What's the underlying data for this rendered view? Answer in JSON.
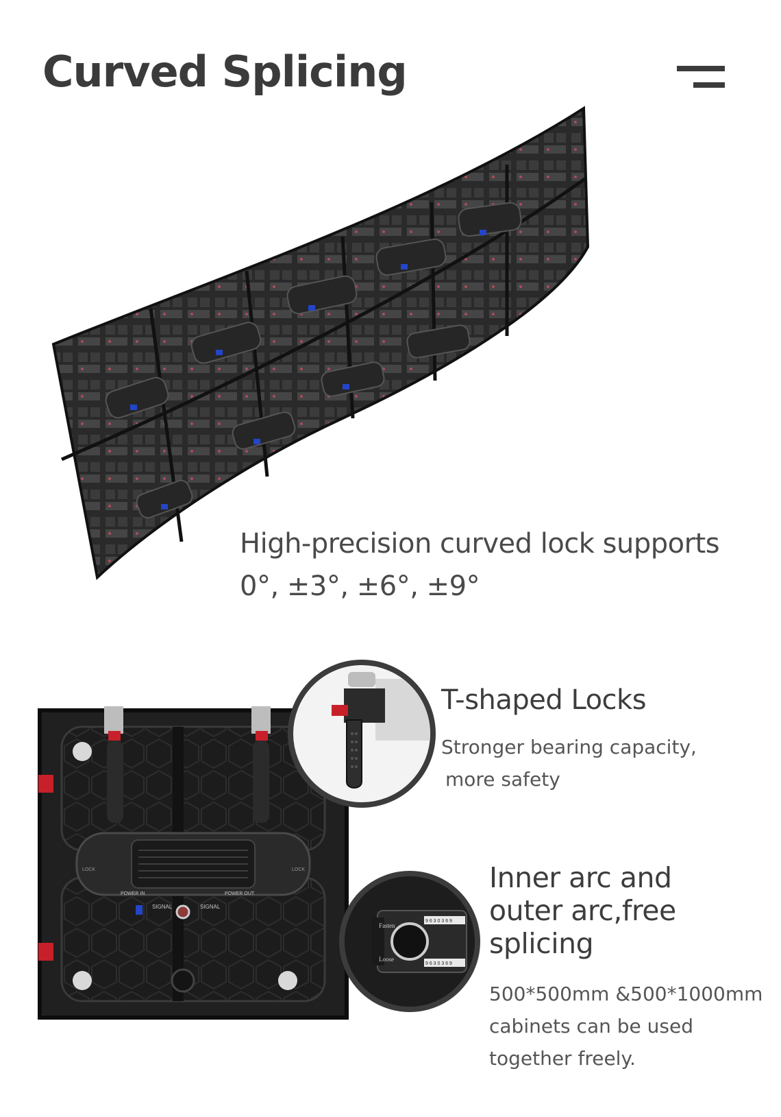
{
  "header": {
    "title": "Curved Splicing",
    "menu_icon": "menu-icon"
  },
  "curved_section": {
    "caption_line1": "High-precision curved lock supports",
    "caption_line2": "0°, ±3°, ±6°, ±9°"
  },
  "t_lock": {
    "heading": "T-shaped Locks",
    "desc_line1": "Stronger bearing capacity,",
    "desc_line2": "more safety"
  },
  "arc": {
    "heading_line1": "Inner arc and",
    "heading_line2": "outer arc,free",
    "heading_line3": "splicing",
    "desc_line1": "500*500mm &500*1000mm",
    "desc_line2": "cabinets can be used",
    "desc_line3": "together freely.",
    "dial_fasten": "Fasten",
    "dial_loose": "Loose",
    "dial_scale": "9 6 3 0 3 6 9"
  },
  "cabinet": {
    "lock_label": "LOCK",
    "power_in": "POWER IN",
    "power_out": "POWER OUT",
    "signal": "SIGNAL"
  },
  "colors": {
    "text_dark": "#3b3b3b",
    "cabinet_dark": "#1e1e1e",
    "accent_red": "#c8202a",
    "accent_blue": "#1f3fbf"
  }
}
